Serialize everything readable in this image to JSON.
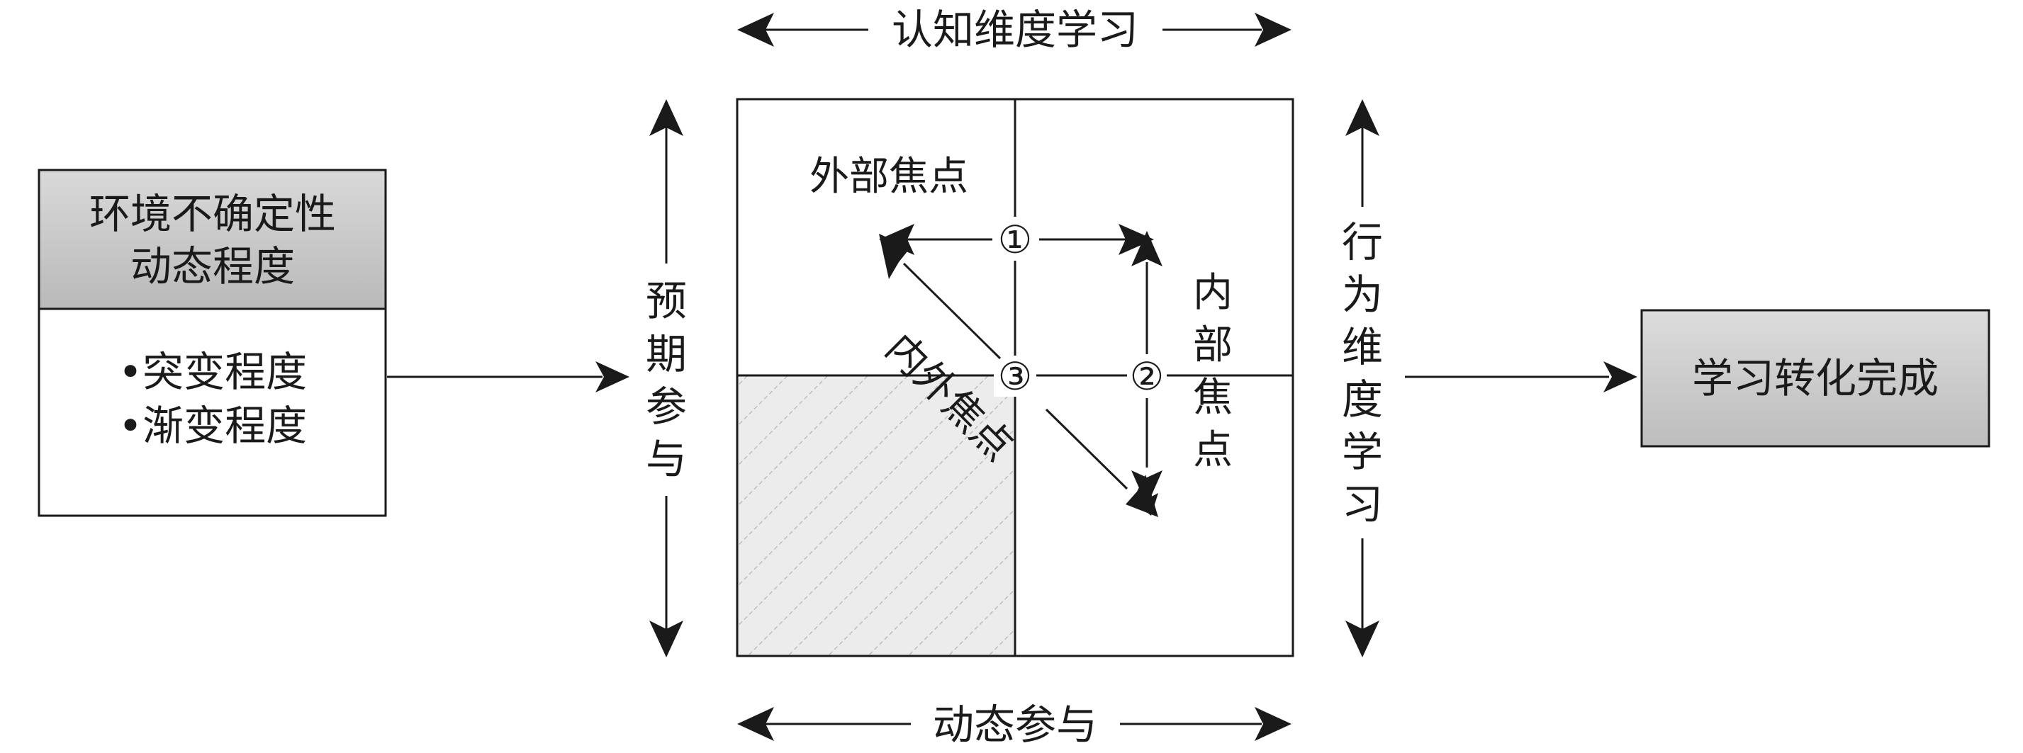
{
  "left_box": {
    "header_lines": [
      "环境不确定性",
      "动态程度"
    ],
    "items": [
      "•突变程度",
      "•渐变程度"
    ]
  },
  "right_box": {
    "label": "学习转化完成"
  },
  "axes": {
    "top": "认知维度学习",
    "bottom": "动态参与",
    "left": [
      "预",
      "期",
      "参",
      "与"
    ],
    "right": [
      "行",
      "为",
      "维",
      "度",
      "学",
      "习"
    ]
  },
  "matrix": {
    "external_focus": "外部焦点",
    "internal_focus": [
      "内",
      "部",
      "焦",
      "点"
    ],
    "inner_outer_focus": "内外焦点",
    "markers": [
      "①",
      "②",
      "③"
    ]
  },
  "colors": {
    "header_fill": "#c8c8c8",
    "right_box_fill": "#cdcdcd",
    "hatch_fill": "#ececec",
    "hatch_line": "#bdbdbd",
    "stroke": "#1a1a1a"
  }
}
